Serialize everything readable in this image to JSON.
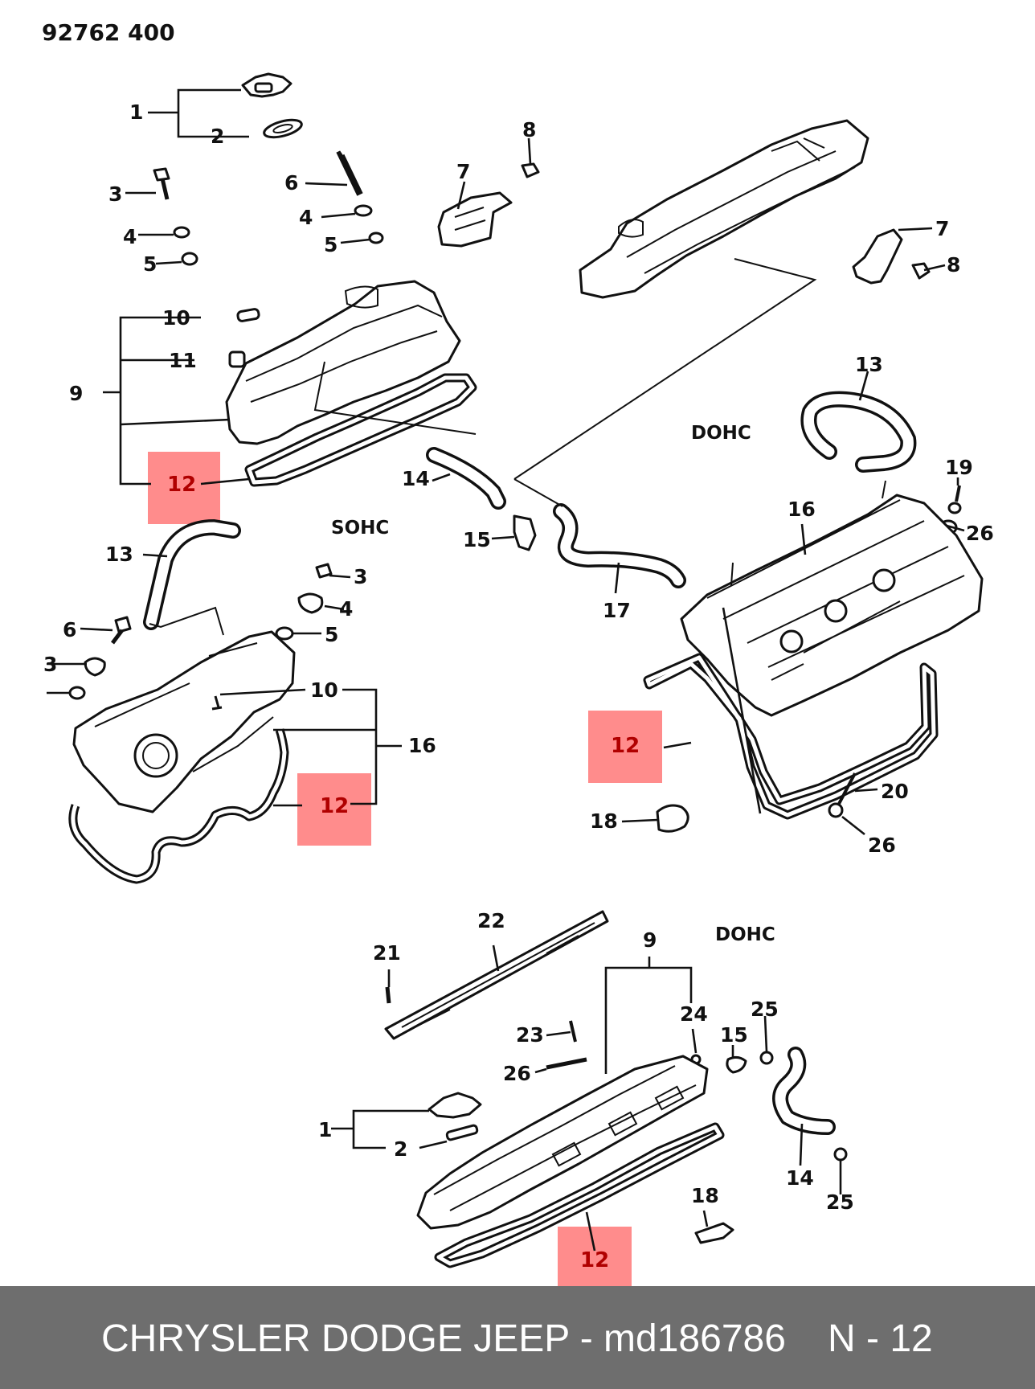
{
  "diagram": {
    "code": "92762 400",
    "sections": {
      "sohc": "SOHC",
      "dohc_top": "DOHC",
      "dohc_bottom": "DOHC"
    },
    "highlighted_part": "12",
    "labels": {
      "a1": "1",
      "a2": "2",
      "a3": "3",
      "a4": "4",
      "a5": "5",
      "a6": "6",
      "a4b": "4",
      "a5b": "5",
      "a7": "7",
      "a8": "8",
      "a9": "9",
      "a10": "10",
      "a11": "11",
      "a12": "12",
      "a14": "14",
      "a15": "15",
      "a17": "17",
      "b13": "13",
      "b3": "3",
      "b4": "4",
      "b5": "5",
      "b6": "6",
      "b3e": "3",
      "b10": "10",
      "b16": "16",
      "b12": "12",
      "c7": "7",
      "c8": "8",
      "c13": "13",
      "c19": "19",
      "c16": "16",
      "c26": "26",
      "c12": "12",
      "c20": "20",
      "c18": "18",
      "c26b": "26",
      "d22": "22",
      "d21": "21",
      "d9": "9",
      "d24": "24",
      "d25": "25",
      "d15": "15",
      "d23": "23",
      "d26": "26",
      "d1": "1",
      "d2": "2",
      "d14": "14",
      "d25b": "25",
      "d18": "18",
      "d12": "12"
    }
  },
  "footer": {
    "brand_part": "CHRYSLER DODGE JEEP - md186786",
    "page": "N - 12"
  }
}
